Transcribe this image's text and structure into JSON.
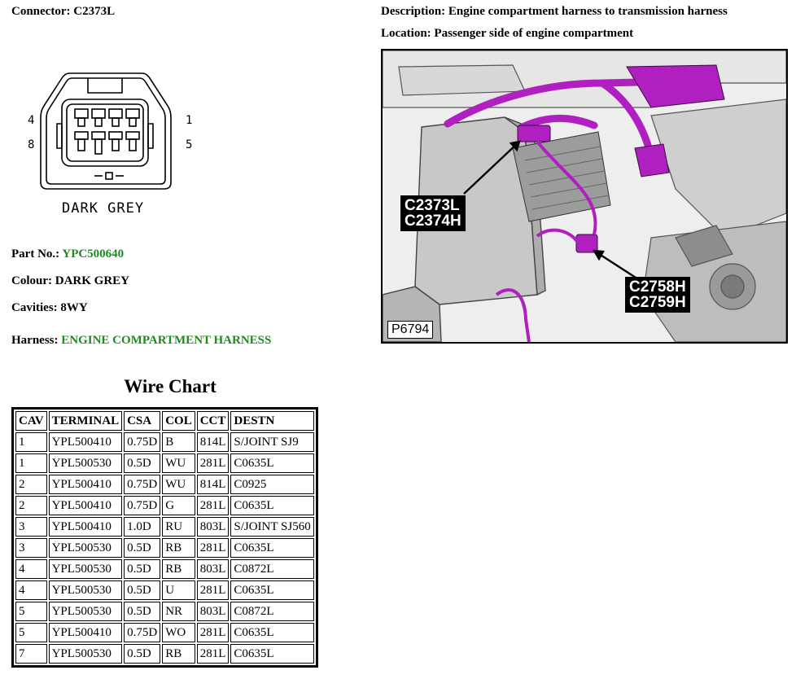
{
  "connector": {
    "label": "Connector:",
    "value": "C2373L",
    "pin_labels": {
      "top_left": "4",
      "bottom_left": "8",
      "top_right": "1",
      "bottom_right": "5"
    },
    "face_colour_label": "DARK GREY"
  },
  "description": {
    "label": "Description:",
    "value": "Engine compartment harness to transmission harness"
  },
  "location": {
    "label": "Location:",
    "value": "Passenger side of engine compartment"
  },
  "photo": {
    "callout_1": [
      "C2373L",
      "C2374H"
    ],
    "callout_2": [
      "C2758H",
      "C2759H"
    ],
    "id": "P6794"
  },
  "details": {
    "part_no_label": "Part No.:",
    "part_no": "YPC500640",
    "colour_label": "Colour:",
    "colour": "DARK GREY",
    "cavities_label": "Cavities:",
    "cavities": "8WY",
    "harness_label": "Harness:",
    "harness": "ENGINE COMPARTMENT HARNESS"
  },
  "colors": {
    "link_green": "#1f8a1f",
    "harness_purple": "#b020c0"
  },
  "wire_chart": {
    "title": "Wire Chart",
    "columns": [
      "CAV",
      "TERMINAL",
      "CSA",
      "COL",
      "CCT",
      "DESTN"
    ],
    "rows": [
      [
        "1",
        "YPL500410",
        "0.75D",
        "B",
        "814L",
        "S/JOINT SJ9"
      ],
      [
        "1",
        "YPL500530",
        "0.5D",
        "WU",
        "281L",
        "C0635L"
      ],
      [
        "2",
        "YPL500410",
        "0.75D",
        "WU",
        "814L",
        "C0925"
      ],
      [
        "2",
        "YPL500410",
        "0.75D",
        "G",
        "281L",
        "C0635L"
      ],
      [
        "3",
        "YPL500410",
        "1.0D",
        "RU",
        "803L",
        "S/JOINT SJ560"
      ],
      [
        "3",
        "YPL500530",
        "0.5D",
        "RB",
        "281L",
        "C0635L"
      ],
      [
        "4",
        "YPL500530",
        "0.5D",
        "RB",
        "803L",
        "C0872L"
      ],
      [
        "4",
        "YPL500530",
        "0.5D",
        "U",
        "281L",
        "C0635L"
      ],
      [
        "5",
        "YPL500530",
        "0.5D",
        "NR",
        "803L",
        "C0872L"
      ],
      [
        "5",
        "YPL500410",
        "0.75D",
        "WO",
        "281L",
        "C0635L"
      ],
      [
        "7",
        "YPL500530",
        "0.5D",
        "RB",
        "281L",
        "C0635L"
      ]
    ]
  }
}
